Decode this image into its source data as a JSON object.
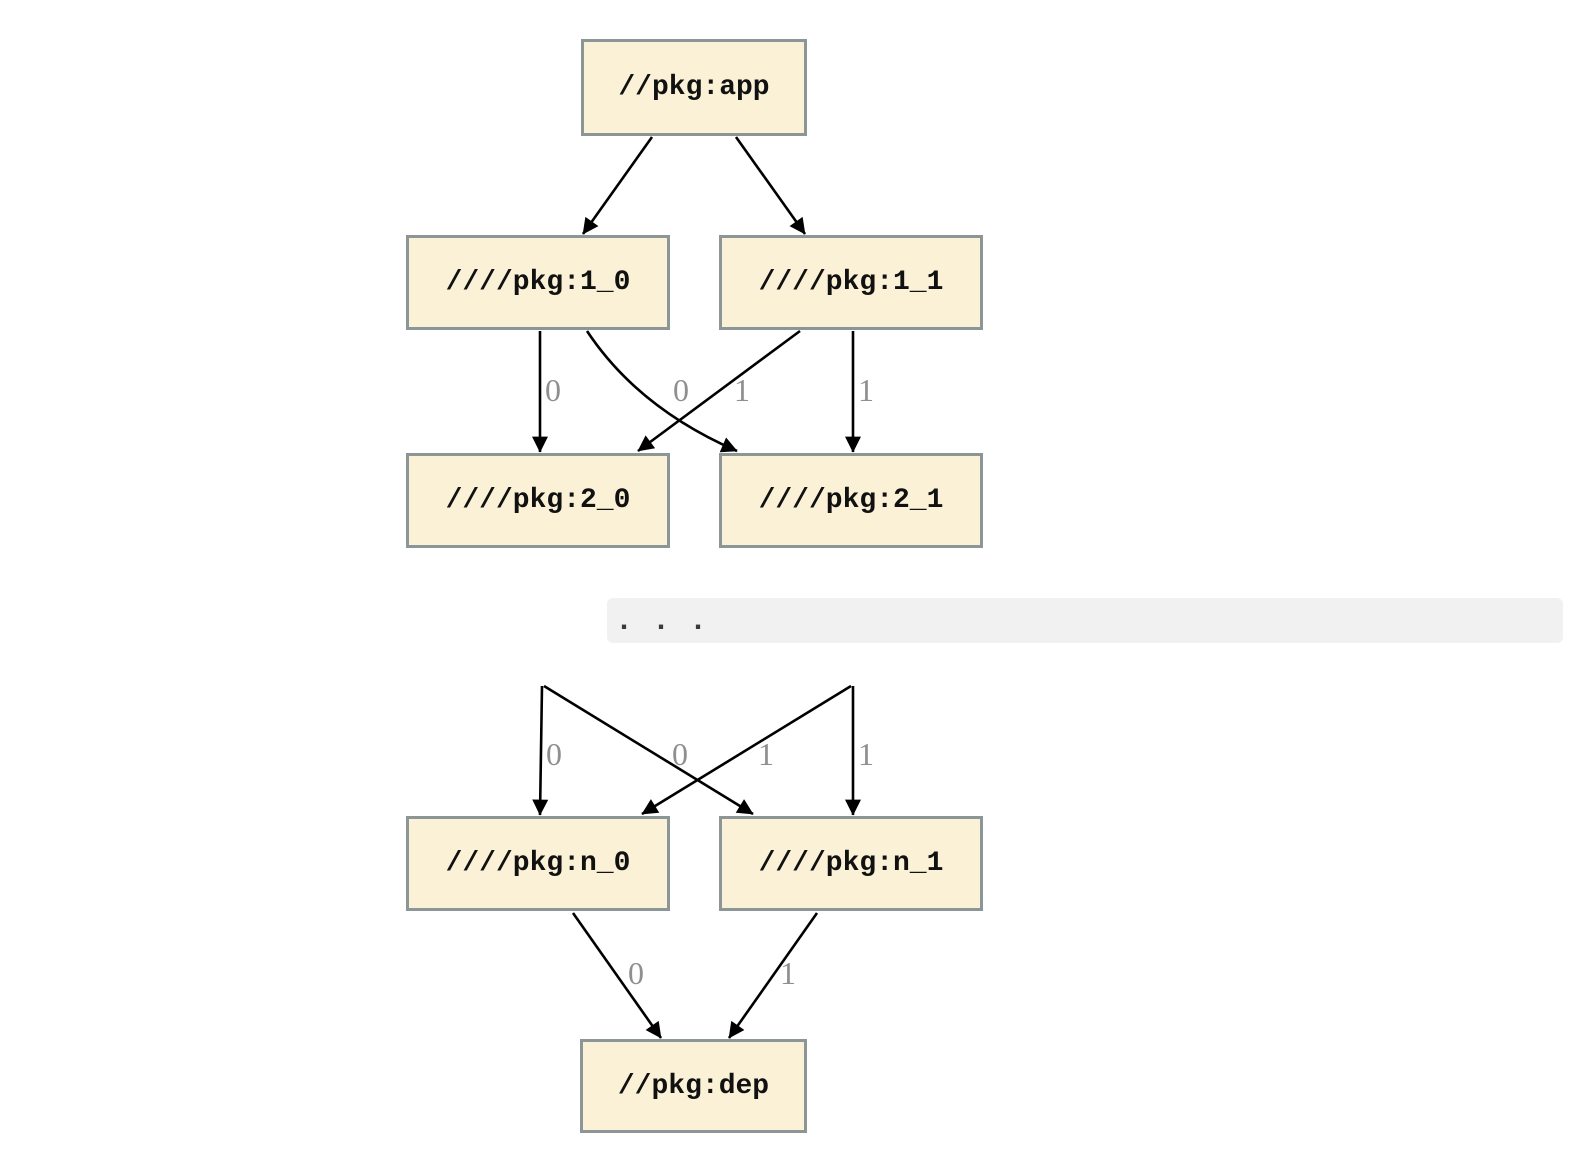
{
  "diagram_type": "dependency-graph",
  "colors": {
    "node_fill": "#faf1d6",
    "node_border": "#8d9696",
    "edge_color": "#000000",
    "edge_label_color": "#8f8f8f",
    "band_fill": "#f1f1f1"
  },
  "nodes": {
    "app": {
      "label": "//pkg:app"
    },
    "v1_0": {
      "label": "////pkg:1_0"
    },
    "v1_1": {
      "label": "////pkg:1_1"
    },
    "v2_0": {
      "label": "////pkg:2_0"
    },
    "v2_1": {
      "label": "////pkg:2_1"
    },
    "n_0": {
      "label": "////pkg:n_0"
    },
    "n_1": {
      "label": "////pkg:n_1"
    },
    "dep": {
      "label": "//pkg:dep"
    }
  },
  "band": {
    "ellipsis": "..."
  },
  "edges": [
    {
      "from": "app",
      "to": "v1_0",
      "label": ""
    },
    {
      "from": "app",
      "to": "v1_1",
      "label": ""
    },
    {
      "from": "v1_0",
      "to": "v2_0",
      "label": "0"
    },
    {
      "from": "v1_0",
      "to": "v2_1",
      "label": "0"
    },
    {
      "from": "v1_1",
      "to": "v2_0",
      "label": "1"
    },
    {
      "from": "v1_1",
      "to": "v2_1",
      "label": "1"
    },
    {
      "from": "ellipsis",
      "to": "n_0",
      "label": "0"
    },
    {
      "from": "ellipsis",
      "to": "n_1",
      "label": "0"
    },
    {
      "from": "ellipsis",
      "to": "n_0",
      "label": "1"
    },
    {
      "from": "ellipsis",
      "to": "n_1",
      "label": "1"
    },
    {
      "from": "n_0",
      "to": "dep",
      "label": "0"
    },
    {
      "from": "n_1",
      "to": "dep",
      "label": "1"
    }
  ]
}
